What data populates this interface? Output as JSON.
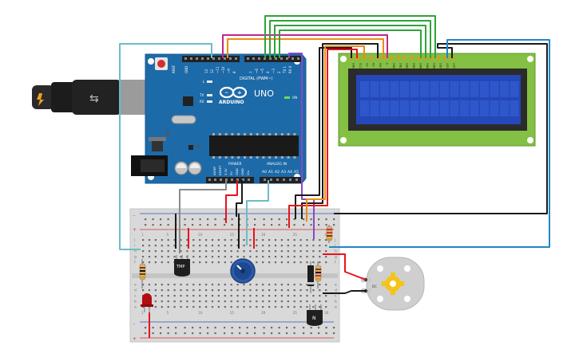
{
  "arduino": {
    "brand": "ARDUINO",
    "model": "UNO",
    "on_label": "ON",
    "digital_header": "DIGITAL (PWM~)",
    "power_header": "POWER",
    "analog_header": "ANALOG IN",
    "aref": "AREF",
    "gnd": "GND",
    "pin_labels_top": [
      "13",
      "12",
      "~11",
      "~10",
      "~9",
      "8",
      "7",
      "~6",
      "~5",
      "4",
      "~3",
      "2",
      "TX 1",
      "RX 0"
    ],
    "power_pins": [
      "IOREF",
      "RESET",
      "3.3V",
      "5V",
      "GND",
      "GND",
      "Vin"
    ],
    "analog_pins": [
      "A0",
      "A1",
      "A2",
      "A3",
      "A4",
      "A5"
    ],
    "led_labels": [
      "L",
      "TX",
      "RX"
    ],
    "color_board": "#1d6aa8"
  },
  "lcd": {
    "pins": [
      "GND",
      "VCC",
      "V0",
      "RS",
      "RW",
      "E",
      "DB0",
      "DB1",
      "DB2",
      "DB3",
      "DB4",
      "DB5",
      "DB6",
      "DB7",
      "LED",
      "LED"
    ],
    "screen_color": "#2448b8"
  },
  "breadboard": {
    "row_letters_top": [
      "j",
      "i",
      "h",
      "g",
      "f"
    ],
    "row_letters_bottom": [
      "e",
      "d",
      "c",
      "b",
      "a"
    ],
    "column_numbers": [
      "1",
      "5",
      "10",
      "15",
      "20",
      "25",
      "30"
    ],
    "rail_plus": "+",
    "rail_minus": "-"
  },
  "components": {
    "temp_sensor_label": "TMP",
    "transistor_label": "N",
    "motor_label": "DC"
  },
  "colors": {
    "wire_red": "#e8121b",
    "wire_black": "#1a1a1a",
    "wire_green": "#2fa33a",
    "wire_orange": "#ee8a14",
    "wire_purple": "#8a48c6",
    "wire_magenta": "#c2268a",
    "wire_teal": "#6cbcc9",
    "wire_blue": "#2286c9",
    "wire_gray": "#8a8a8a"
  }
}
